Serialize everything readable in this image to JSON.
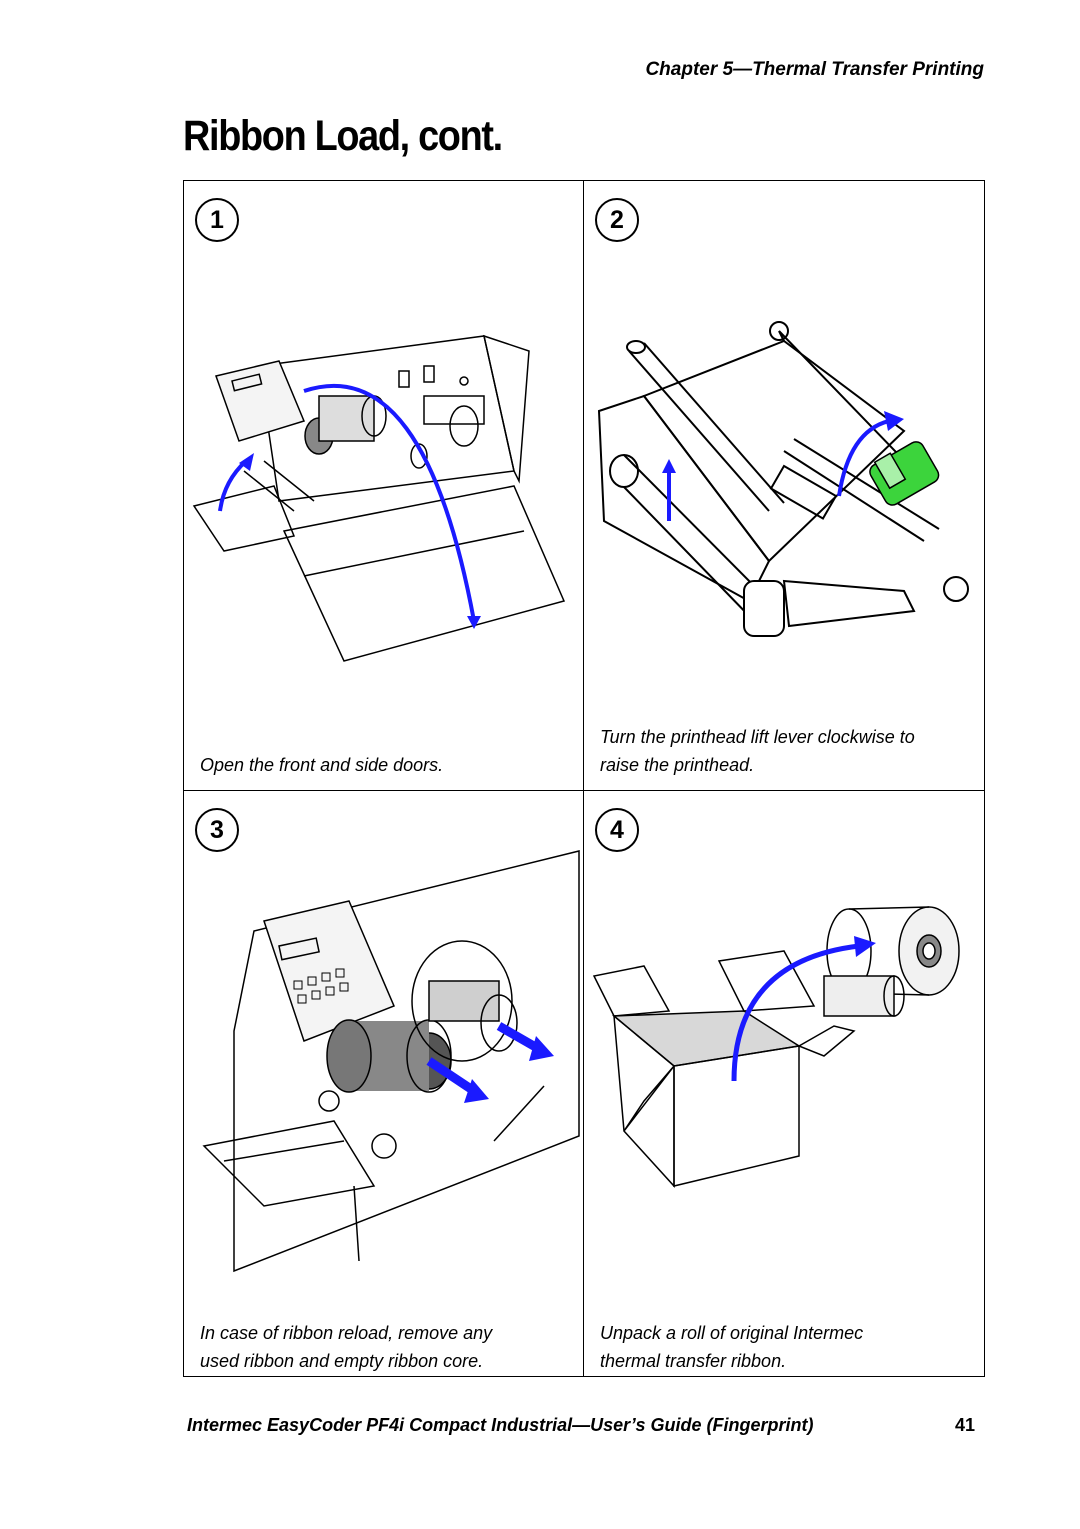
{
  "header": {
    "chapter": "Chapter 5—Thermal Transfer Printing"
  },
  "title": "Ribbon Load, cont.",
  "steps": [
    {
      "number": "1",
      "caption": "Open the front and side doors."
    },
    {
      "number": "2",
      "caption_line1": "Turn the printhead lift lever clockwise to",
      "caption_line2": "raise the printhead."
    },
    {
      "number": "3",
      "caption_line1": "In case of ribbon reload, remove any",
      "caption_line2": "used ribbon and empty ribbon core."
    },
    {
      "number": "4",
      "caption_line1": "Unpack a roll of original Intermec",
      "caption_line2": "thermal transfer ribbon."
    }
  ],
  "footer": {
    "title": "Intermec EasyCoder PF4i Compact Industrial—User’s Guide (Fingerprint)",
    "page": "41"
  },
  "colors": {
    "arrow_blue": "#1a1aff",
    "lever_green": "#3cd43c",
    "line": "#000000"
  }
}
